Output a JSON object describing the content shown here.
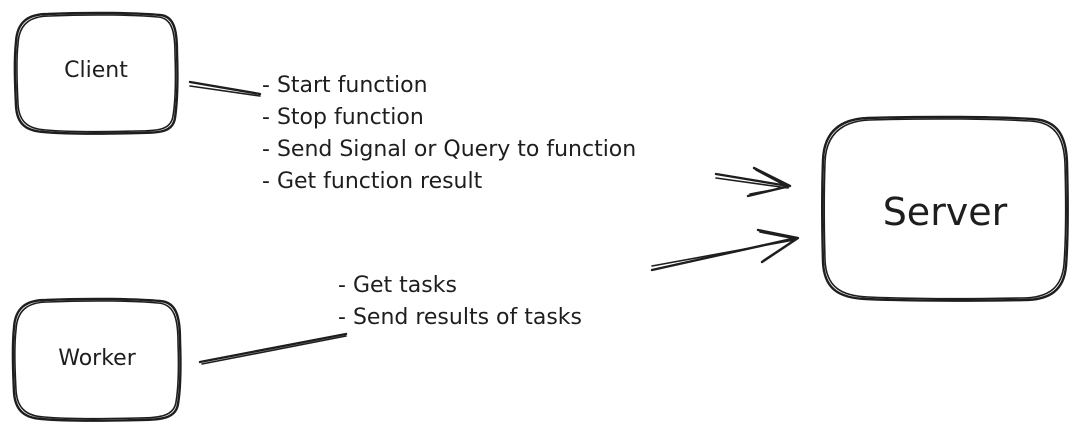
{
  "nodes": {
    "client": {
      "label": "Client"
    },
    "worker": {
      "label": "Worker"
    },
    "server": {
      "label": "Server"
    }
  },
  "edges": {
    "client_to_server": {
      "notes": [
        "Start function",
        "Stop function",
        "Send Signal or Query to function",
        "Get function result"
      ]
    },
    "worker_to_server": {
      "notes": [
        "Get tasks",
        "Send results of tasks"
      ]
    }
  },
  "colors": {
    "stroke": "#1e1e1e",
    "background": "#ffffff"
  }
}
